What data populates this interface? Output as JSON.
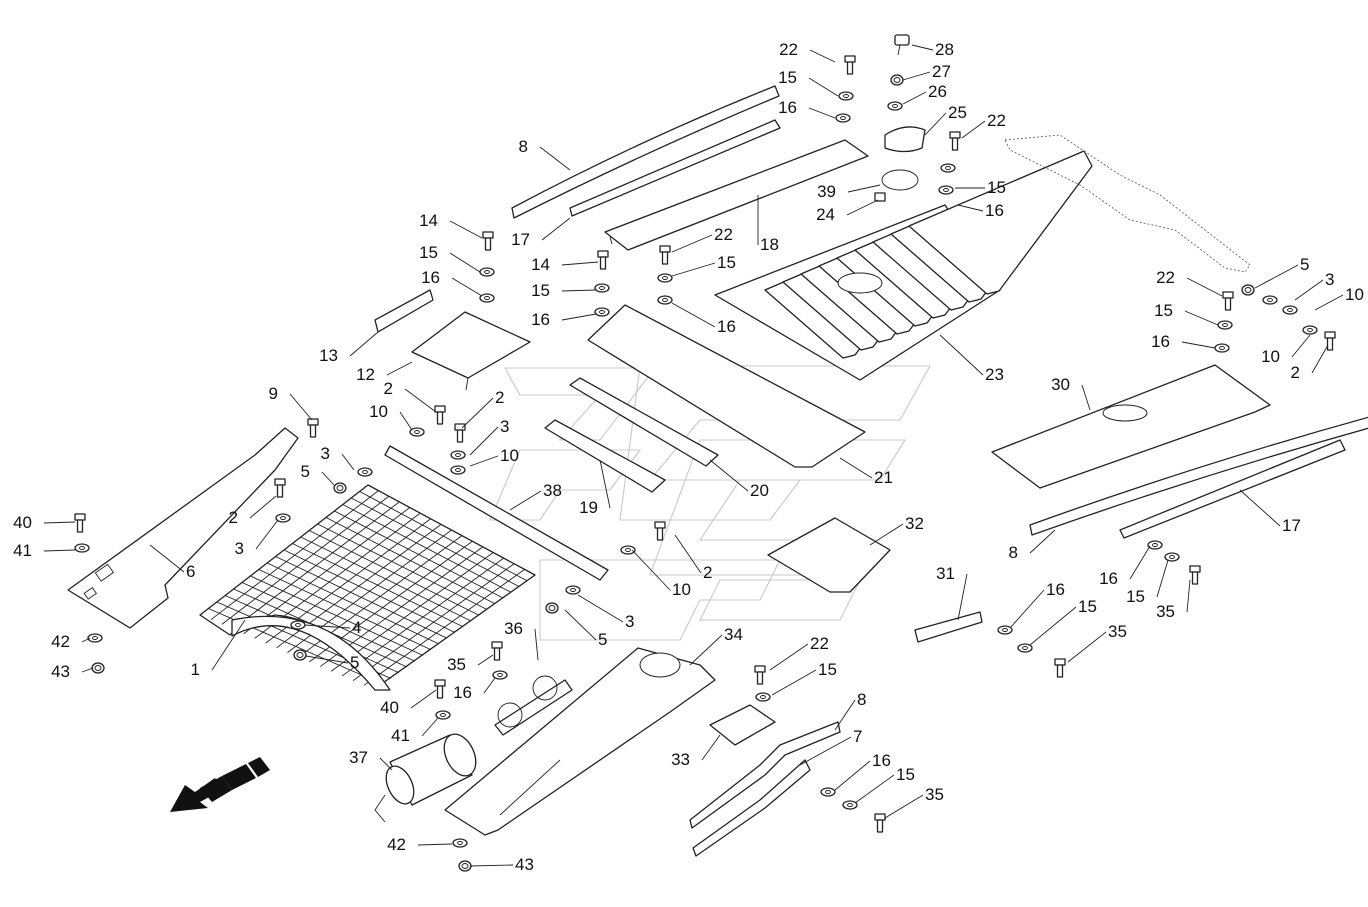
{
  "diagram": {
    "type": "exploded-parts-view",
    "callouts": [
      {
        "n": "22"
      },
      {
        "n": "28"
      },
      {
        "n": "27"
      },
      {
        "n": "15"
      },
      {
        "n": "26"
      },
      {
        "n": "16"
      },
      {
        "n": "25"
      },
      {
        "n": "22"
      },
      {
        "n": "8"
      },
      {
        "n": "39"
      },
      {
        "n": "15"
      },
      {
        "n": "24"
      },
      {
        "n": "16"
      },
      {
        "n": "17"
      },
      {
        "n": "18"
      },
      {
        "n": "14"
      },
      {
        "n": "22"
      },
      {
        "n": "15"
      },
      {
        "n": "14"
      },
      {
        "n": "15"
      },
      {
        "n": "16"
      },
      {
        "n": "15"
      },
      {
        "n": "16"
      },
      {
        "n": "16"
      },
      {
        "n": "13"
      },
      {
        "n": "12"
      },
      {
        "n": "22"
      },
      {
        "n": "5"
      },
      {
        "n": "3"
      },
      {
        "n": "15"
      },
      {
        "n": "10"
      },
      {
        "n": "16"
      },
      {
        "n": "10"
      },
      {
        "n": "2"
      },
      {
        "n": "23"
      },
      {
        "n": "9"
      },
      {
        "n": "2"
      },
      {
        "n": "2"
      },
      {
        "n": "30"
      },
      {
        "n": "10"
      },
      {
        "n": "3"
      },
      {
        "n": "10"
      },
      {
        "n": "3"
      },
      {
        "n": "5"
      },
      {
        "n": "38"
      },
      {
        "n": "21"
      },
      {
        "n": "20"
      },
      {
        "n": "19"
      },
      {
        "n": "40"
      },
      {
        "n": "2"
      },
      {
        "n": "6"
      },
      {
        "n": "41"
      },
      {
        "n": "3"
      },
      {
        "n": "32"
      },
      {
        "n": "17"
      },
      {
        "n": "8"
      },
      {
        "n": "10"
      },
      {
        "n": "2"
      },
      {
        "n": "16"
      },
      {
        "n": "15"
      },
      {
        "n": "35"
      },
      {
        "n": "31"
      },
      {
        "n": "16"
      },
      {
        "n": "15"
      },
      {
        "n": "4"
      },
      {
        "n": "3"
      },
      {
        "n": "42"
      },
      {
        "n": "5"
      },
      {
        "n": "36"
      },
      {
        "n": "34"
      },
      {
        "n": "22"
      },
      {
        "n": "35"
      },
      {
        "n": "1"
      },
      {
        "n": "5"
      },
      {
        "n": "43"
      },
      {
        "n": "35"
      },
      {
        "n": "15"
      },
      {
        "n": "16"
      },
      {
        "n": "8"
      },
      {
        "n": "40"
      },
      {
        "n": "41"
      },
      {
        "n": "7"
      },
      {
        "n": "33"
      },
      {
        "n": "37"
      },
      {
        "n": "16"
      },
      {
        "n": "15"
      },
      {
        "n": "35"
      },
      {
        "n": "42"
      },
      {
        "n": "43"
      }
    ],
    "colors": {
      "line": "#222222",
      "background": "#ffffff",
      "watermark": "#c9c9c9"
    },
    "icons": {
      "direction_arrow": "forward-direction-arrow-icon"
    }
  }
}
